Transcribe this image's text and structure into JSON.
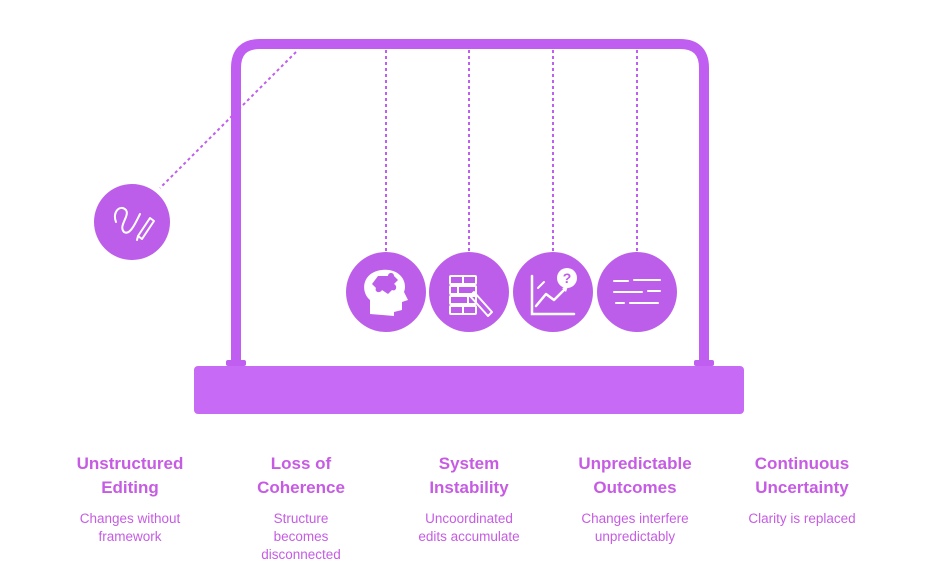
{
  "colors": {
    "frame": "#bf5ef0",
    "base": "#c76af6",
    "ball": "#bc5ee9",
    "text": "#c65ce3",
    "icon": "#ffffff"
  },
  "balls": [
    {
      "icon": "scribble-pencil-icon",
      "state": "raised"
    },
    {
      "icon": "head-puzzle-icon",
      "state": "resting"
    },
    {
      "icon": "jenga-tower-icon",
      "state": "resting"
    },
    {
      "icon": "chart-question-icon",
      "state": "resting"
    },
    {
      "icon": "scattered-lines-icon",
      "state": "resting"
    }
  ],
  "columns": [
    {
      "title_line1": "Unstructured",
      "title_line2": "Editing",
      "desc": [
        "Changes without",
        "framework",
        ""
      ]
    },
    {
      "title_line1": "Loss of",
      "title_line2": "Coherence",
      "desc": [
        "Structure",
        "becomes",
        "disconnected"
      ]
    },
    {
      "title_line1": "System",
      "title_line2": "Instability",
      "desc": [
        "Uncoordinated",
        "edits accumulate",
        ""
      ]
    },
    {
      "title_line1": "Unpredictable",
      "title_line2": "Outcomes",
      "desc": [
        "Changes interfere",
        "unpredictably",
        ""
      ]
    },
    {
      "title_line1": "Continuous",
      "title_line2": "Uncertainty",
      "desc": [
        "Clarity is replaced",
        "",
        ""
      ]
    }
  ]
}
